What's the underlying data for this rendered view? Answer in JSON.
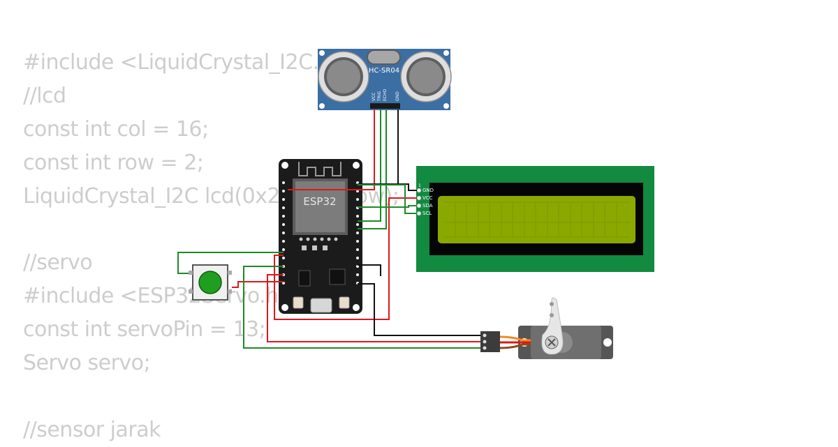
{
  "code_lines": [
    "#include <LiquidCrystal_I2C.h>",
    "//lcd",
    "const int col = 16;",
    "const int row = 2;",
    "LiquidCrystal_I2C lcd(0x27, col, row);",
    "",
    "//servo",
    "#include <ESP32Servo.h>",
    "const int servoPin = 13;",
    "Servo servo;",
    "",
    "//sensor jarak"
  ],
  "sensor": {
    "label": "HC-SR04",
    "pins": [
      "VCC",
      "TRIG",
      "ECHO",
      "GND"
    ]
  },
  "esp32": {
    "label": "ESP32"
  },
  "lcd": {
    "pin_one": "1",
    "pins": [
      "GND",
      "VCC",
      "SDA",
      "SCL"
    ],
    "screen_color": "#8ba800",
    "board_color": "#128a3f"
  },
  "pushbutton": {
    "color": "#1f9e1f"
  },
  "wire_colors": {
    "red": "#e0161b",
    "green": "#1c8a27",
    "black": "#111111",
    "orange": "#f08a1c"
  }
}
